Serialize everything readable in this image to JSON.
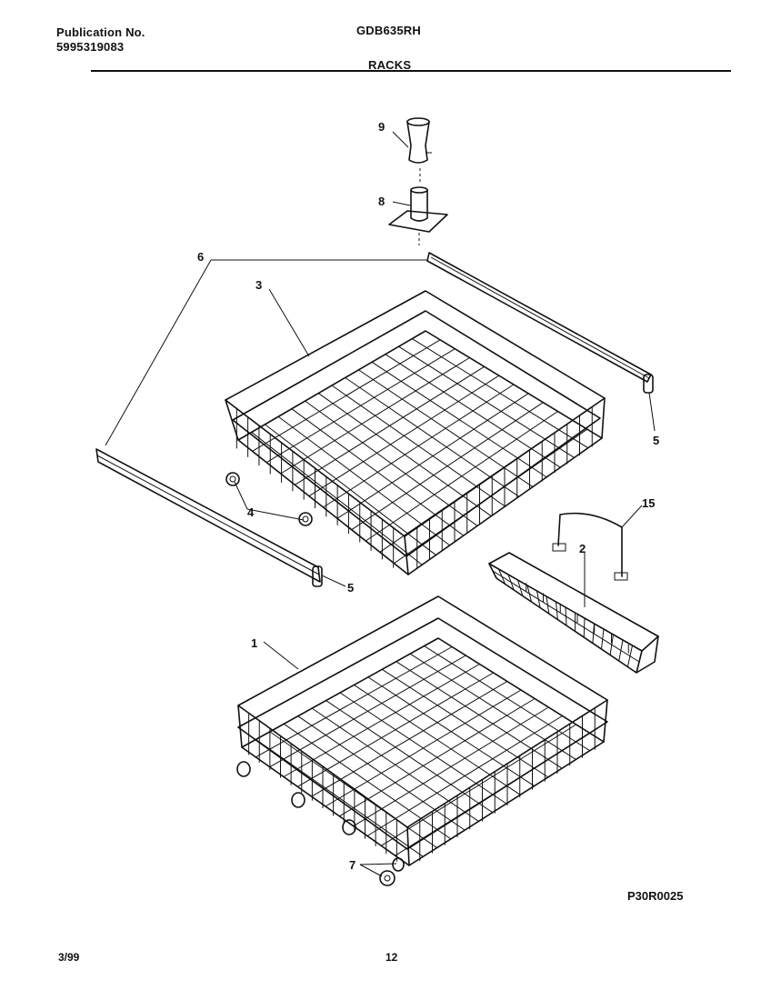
{
  "header": {
    "publication_label": "Publication No.",
    "publication_number": "5995319083",
    "model": "GDB635RH",
    "section": "RACKS"
  },
  "figure_ref": "P30R0025",
  "footer": {
    "date": "3/99",
    "page": "12"
  },
  "callouts": {
    "c1": "1",
    "c2": "2",
    "c3": "3",
    "c4": "4",
    "c5a": "5",
    "c5b": "5",
    "c6": "6",
    "c7": "7",
    "c8": "8",
    "c9": "9",
    "c15": "15"
  },
  "parts": [
    {
      "ref": "1",
      "item": "lower-rack"
    },
    {
      "ref": "2",
      "item": "silverware-basket"
    },
    {
      "ref": "3",
      "item": "upper-rack"
    },
    {
      "ref": "4",
      "item": "upper-rack-roller"
    },
    {
      "ref": "5",
      "item": "track-end-cap"
    },
    {
      "ref": "6",
      "item": "rack-track"
    },
    {
      "ref": "7",
      "item": "lower-rack-wheel"
    },
    {
      "ref": "8",
      "item": "spray-arm-manifold"
    },
    {
      "ref": "9",
      "item": "spray-tube-nozzle"
    },
    {
      "ref": "15",
      "item": "basket-handle"
    }
  ]
}
